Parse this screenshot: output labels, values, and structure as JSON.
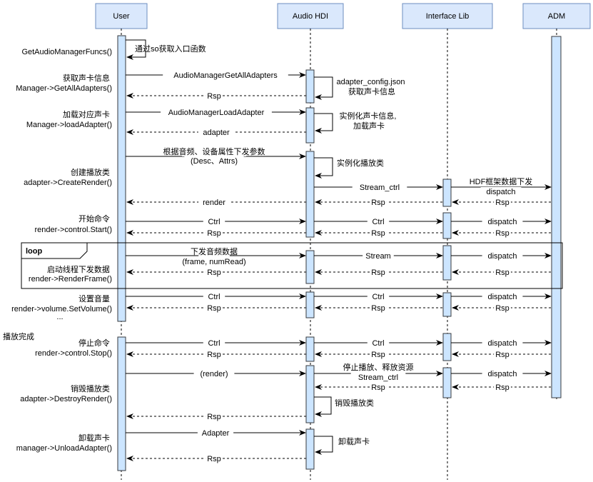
{
  "colors": {
    "box_fill": "#dae8fc",
    "box_stroke": "#6c8ebf",
    "activation_fill": "#cce5ff",
    "activation_stroke": "#36393d",
    "line": "#000000"
  },
  "participants": [
    {
      "id": "user",
      "label": "User"
    },
    {
      "id": "hdi",
      "label": "Audio HDI"
    },
    {
      "id": "lib",
      "label": "Interface Lib"
    },
    {
      "id": "adm",
      "label": "ADM"
    }
  ],
  "steps": [
    {
      "lines": [
        "GetAudioManagerFuncs()"
      ]
    },
    {
      "lines": [
        "获取声卡信息",
        "Manager->GetAllAdapters()"
      ]
    },
    {
      "lines": [
        "加载对应声卡",
        "Manager->loadAdapter()"
      ]
    },
    {
      "lines": [
        "创建播放类",
        "adapter->CreateRender()"
      ]
    },
    {
      "lines": [
        "开始命令",
        "render->control.Start()"
      ]
    },
    {
      "lines": [
        "启动线程下发数据",
        "render->RenderFrame()"
      ]
    },
    {
      "lines": [
        "设置音量",
        "render->volume.SetVolume()",
        "..."
      ]
    },
    {
      "lines": [
        "播放完成"
      ]
    },
    {
      "lines": [
        "停止命令",
        "render->control.Stop()"
      ]
    },
    {
      "lines": [
        "销毁播放类",
        "adapter->DestroyRender()"
      ]
    },
    {
      "lines": [
        "卸载声卡",
        "manager->UnloadAdapter()"
      ]
    }
  ],
  "loop_label": "loop",
  "self_notes": [
    {
      "lines": [
        "通过so获取入口函数"
      ]
    },
    {
      "lines": [
        "adapter_config.json",
        "获取声卡信息"
      ]
    },
    {
      "lines": [
        "实例化声卡信息,",
        "加载声卡"
      ]
    },
    {
      "lines": [
        "实例化播放类"
      ]
    },
    {
      "lines": [
        "销毁播放类"
      ]
    },
    {
      "lines": [
        "卸载声卡"
      ]
    }
  ],
  "messages": [
    {
      "label": "AudioManagerGetAllAdapters",
      "style": "solid"
    },
    {
      "label": "Rsp",
      "style": "dashed"
    },
    {
      "label": "AudioManagerLoadAdapter",
      "style": "solid"
    },
    {
      "label": "adapter",
      "style": "dashed"
    },
    {
      "label": "根据音频、设备属性下发参数",
      "label2": "(Desc、Attrs)",
      "style": "solid"
    },
    {
      "label": "Stream_ctrl",
      "style": "solid"
    },
    {
      "label": "HDF框架数据下发",
      "label2": "dispatch",
      "style": "solid"
    },
    {
      "label": "render",
      "style": "dashed"
    },
    {
      "label": "Rsp",
      "style": "dashed"
    },
    {
      "label": "Rsp",
      "style": "dashed"
    },
    {
      "label": "Ctrl",
      "style": "solid"
    },
    {
      "label": "Ctrl",
      "style": "solid"
    },
    {
      "label": "dispatch",
      "style": "solid"
    },
    {
      "label": "Rsp",
      "style": "dashed"
    },
    {
      "label": "Rsp",
      "style": "dashed"
    },
    {
      "label": "Rsp",
      "style": "dashed"
    },
    {
      "label": "下发音频数据",
      "label2": "(frame, numRead)",
      "style": "solid"
    },
    {
      "label": "Stream",
      "style": "solid"
    },
    {
      "label": "dispatch",
      "style": "solid"
    },
    {
      "label": "Rsp",
      "style": "dashed"
    },
    {
      "label": "Rsp",
      "style": "dashed"
    },
    {
      "label": "Rsp",
      "style": "dashed"
    },
    {
      "label": "Ctrl",
      "style": "solid"
    },
    {
      "label": "Ctrl",
      "style": "solid"
    },
    {
      "label": "dispatch",
      "style": "solid"
    },
    {
      "label": "Rsp",
      "style": "dashed"
    },
    {
      "label": "Rsp",
      "style": "dashed"
    },
    {
      "label": "Rsp",
      "style": "dashed"
    },
    {
      "label": "Ctrl",
      "style": "solid"
    },
    {
      "label": "Ctrl",
      "style": "solid"
    },
    {
      "label": "dispatch",
      "style": "solid"
    },
    {
      "label": "Rsp",
      "style": "dashed"
    },
    {
      "label": "Rsp",
      "style": "dashed"
    },
    {
      "label": "Rsp",
      "style": "dashed"
    },
    {
      "label": "(render)",
      "style": "solid"
    },
    {
      "label": "停止播放、释放资源",
      "label2": "Stream_ctrl",
      "style": "solid"
    },
    {
      "label": "dispatch",
      "style": "solid"
    },
    {
      "label": "Rsp",
      "style": "dashed"
    },
    {
      "label": "Rsp",
      "style": "dashed"
    },
    {
      "label": "Rsp",
      "style": "dashed"
    },
    {
      "label": "Adapter",
      "style": "solid"
    },
    {
      "label": "Rsp",
      "style": "dashed"
    }
  ]
}
